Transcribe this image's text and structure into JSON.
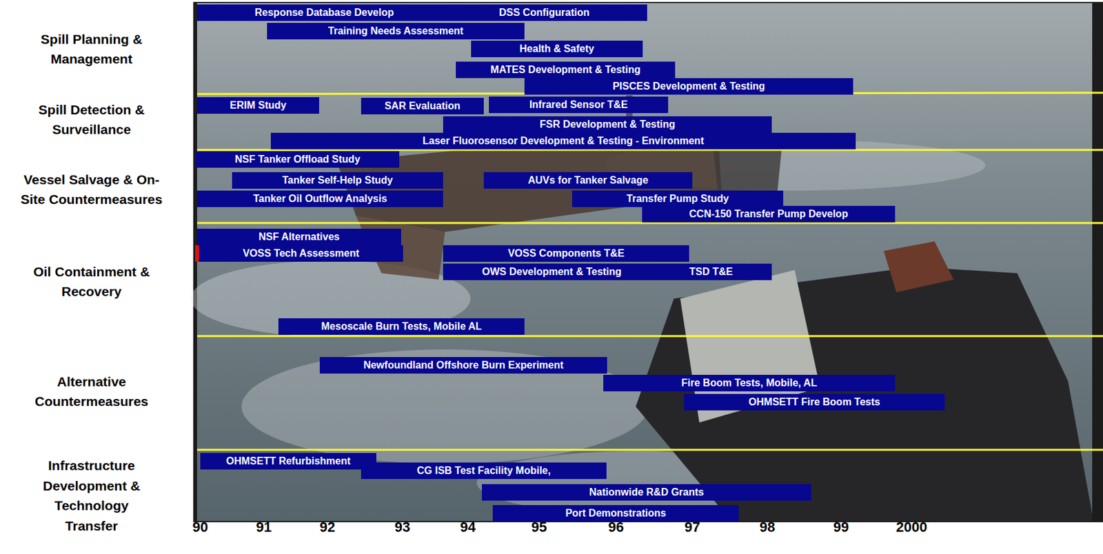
{
  "diagram": {
    "nodes": [
      {
        "text": [
          "Response Database Develop",
          "DSS Configuration"
        ]
      },
      {
        "text": [
          "Training Needs Assessment"
        ]
      },
      {
        "text": [
          "Health & Safety"
        ]
      },
      {
        "text": [
          "MATES Development & Testing"
        ]
      },
      {
        "text": [
          "PISCES Development & Testing"
        ]
      },
      {
        "text": [
          "ERIM Study"
        ]
      },
      {
        "text": [
          "SAR Evaluation"
        ]
      },
      {
        "text": [
          "Infrared Sensor T&E"
        ]
      },
      {
        "text": [
          "FSR Development & Testing"
        ]
      },
      {
        "text": [
          "Laser Fluorosensor Development & Testing - Environment"
        ]
      },
      {
        "text": [
          "NSF Tanker Offload Study"
        ]
      },
      {
        "text": [
          "Tanker Self-Help Study"
        ]
      },
      {
        "text": [
          "AUVs for Tanker Salvage"
        ]
      },
      {
        "text": [
          "Tanker Oil Outflow Analysis"
        ]
      },
      {
        "text": [
          "Transfer Pump Study"
        ]
      },
      {
        "text": [
          "CCN-150 Transfer Pump Develop"
        ]
      },
      {
        "text": [
          "NSF Alternatives"
        ]
      },
      {
        "text": [
          "VOSS Tech Assessment"
        ]
      },
      {
        "text": [
          "VOSS Components T&E"
        ]
      },
      {
        "text": [
          "OWS Development & Testing",
          "TSD T&E"
        ]
      },
      {
        "text": [
          "Mesoscale Burn Tests, Mobile AL"
        ]
      },
      {
        "text": [
          "Newfoundland Offshore Burn Experiment"
        ]
      },
      {
        "text": [
          "Fire Boom Tests, Mobile, AL"
        ]
      },
      {
        "text": [
          "OHMSETT Fire Boom Tests"
        ]
      },
      {
        "text": [
          "OHMSETT Refurbishment"
        ]
      },
      {
        "text": [
          "CG ISB Test Facility Mobile,"
        ]
      },
      {
        "text": [
          "Nationwide R&D Grants"
        ]
      },
      {
        "text": [
          "Port Demonstrations"
        ]
      }
    ],
    "labels": [
      "Spill Planning & Management",
      "Spill Detection & Surveillance",
      "Vessel Salvage & On-Site Countermeasures",
      "Oil Containment & Recovery",
      "Alternative Countermeasures",
      "Infrastructure Development & Technology Transfer",
      "90",
      "91",
      "92",
      "93",
      "94",
      "95",
      "96",
      "97",
      "98",
      "99",
      "2000"
    ]
  }
}
